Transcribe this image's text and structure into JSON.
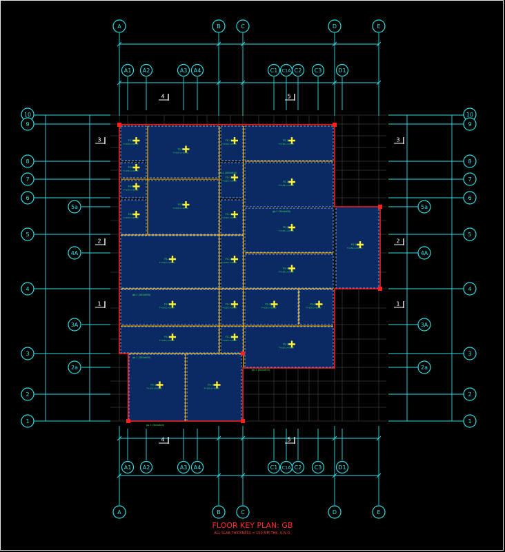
{
  "title": "FLOOR KEY PLAN: GB",
  "subtitle": "ALL SLAB THICKNESS = 150 MM THK. U.N.O.",
  "colors": {
    "background": "#000000",
    "grid_line": "#2fe0e6",
    "slab_fill": "#0b2a63",
    "slab_edge_red": "#ff2020",
    "beam_yellow": "#ffc21a",
    "text_green": "#39e64a",
    "marker_yellow": "#fff23a",
    "title_red": "#ff2a2a"
  },
  "grid_columns_primary": [
    "A",
    "B",
    "C",
    "D",
    "E"
  ],
  "grid_columns_secondary": [
    "A1",
    "A2",
    "A3",
    "A4",
    "C1",
    "C1A",
    "C2",
    "C3",
    "D1"
  ],
  "grid_rows": [
    "10",
    "9",
    "8",
    "7",
    "6",
    "5",
    "4",
    "3",
    "2",
    "1"
  ],
  "grid_rows_intermediate": [
    "5a",
    "4A",
    "3A",
    "2a"
  ],
  "section_marks": [
    "1",
    "2",
    "3",
    "4",
    "5"
  ],
  "slab_labels": [
    "FS-1",
    "FS-2",
    "FS-3",
    "FS-4",
    "FS-5",
    "FS-6",
    "FS-7",
    "FS-8",
    "FS-9",
    "FS-10",
    "FS-11",
    "FS-12",
    "FS-13",
    "FS-14",
    "FS-15",
    "FS-16",
    "FS-17",
    "FS-18",
    "FS-19",
    "FS-20",
    "FS-21",
    "FS-22",
    "FS-23",
    "FS-24",
    "FS-25"
  ],
  "beam_label": "gb-1 (300x600)"
}
